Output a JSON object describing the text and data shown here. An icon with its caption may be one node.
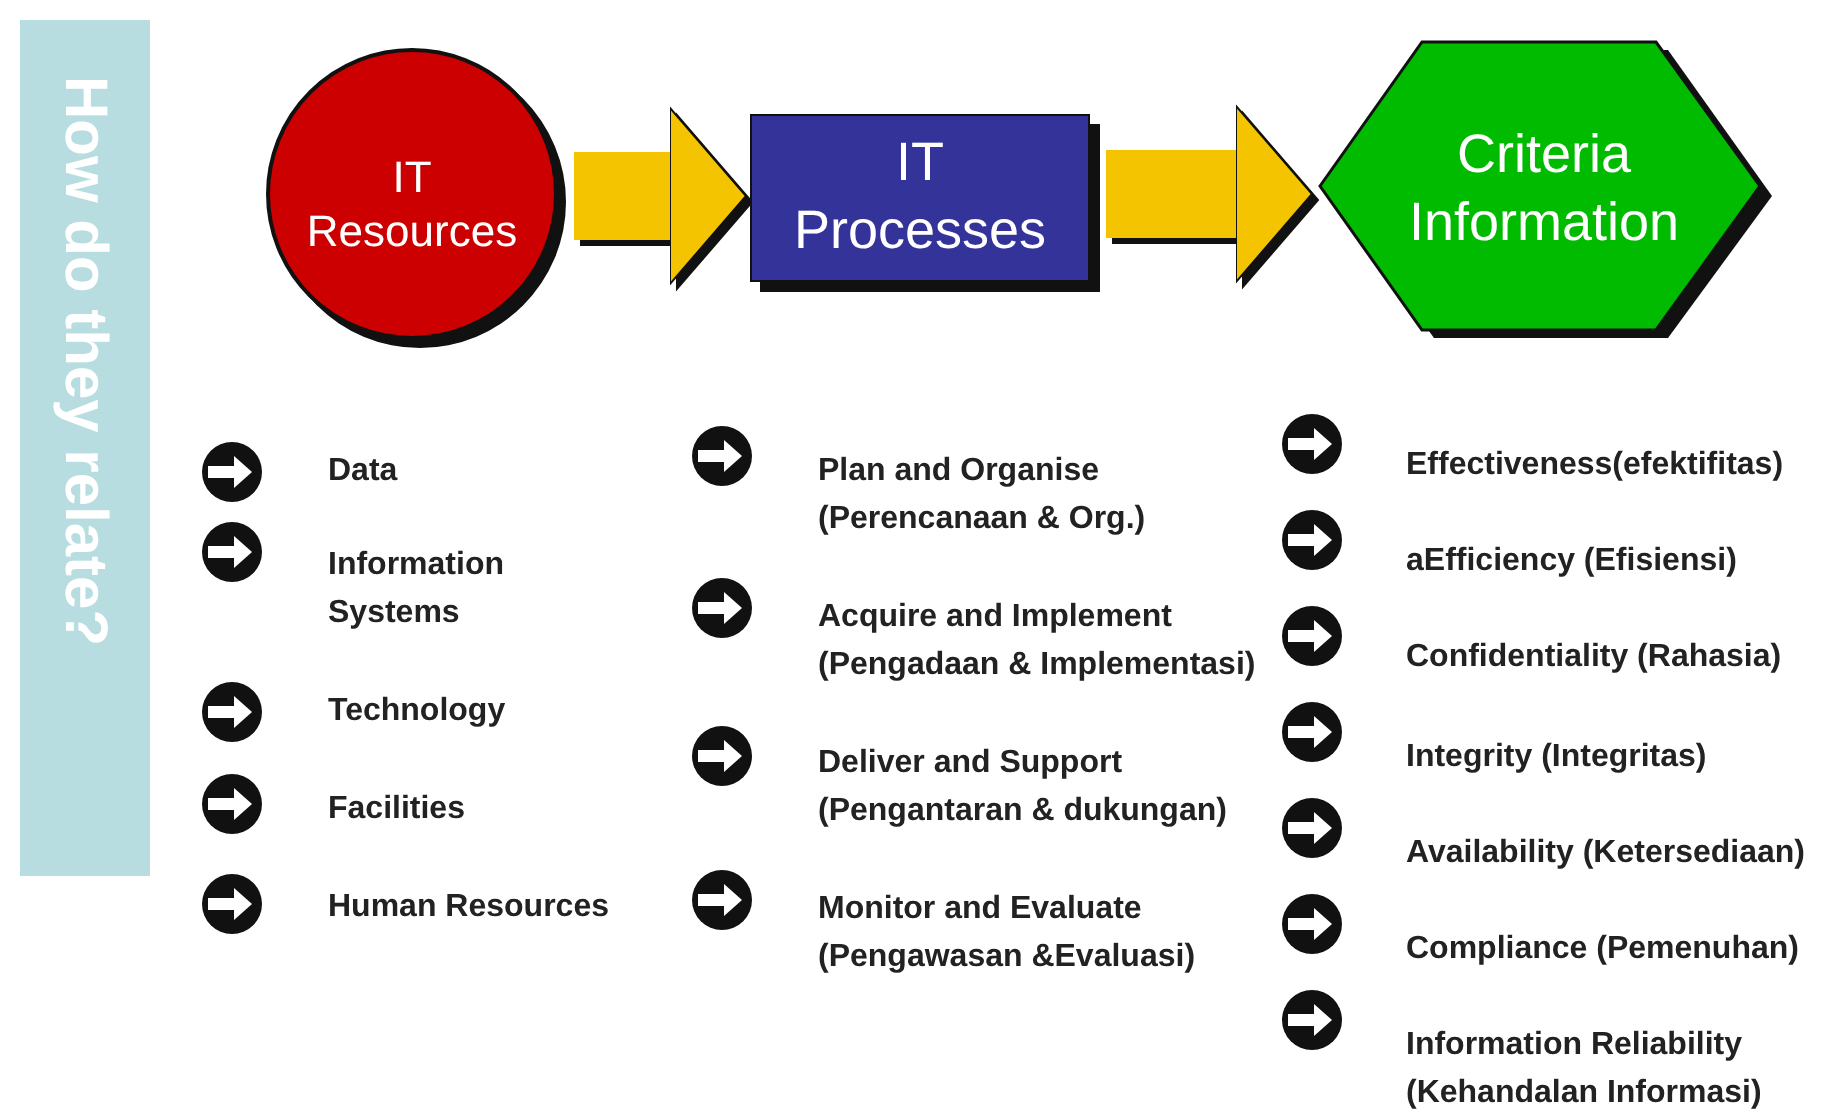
{
  "diagram": {
    "title": "How do they relate?",
    "nodes": [
      {
        "text": [
          "IT Resources"
        ]
      },
      {
        "text": [
          "IT Processes"
        ]
      },
      {
        "text": [
          "Criteria Information"
        ]
      }
    ],
    "edges": [
      {
        "from": 0,
        "to": 1,
        "arrow": "to"
      },
      {
        "from": 1,
        "to": 2,
        "arrow": "to"
      }
    ],
    "labels": [
      "Data",
      "Information Systems",
      "Technology",
      "Facilities",
      "Human Resources",
      "Plan and Organise (Perencanaan & Org.)",
      "Acquire and Implement (Pengadaan & Implementasi)",
      "Deliver and Support (Pengantaran & dukungan)",
      "Monitor and Evaluate (Pengawasan &Evaluasi)",
      "Effectiveness(efektifitas)",
      "aEfficiency (Efisiensi)",
      "Confidentiality (Rahasia)",
      "Integrity (Integritas)",
      "Availability (Ketersediaan)",
      "Compliance (Pemenuhan)",
      "Information Reliability (Kehandalan Informasi)"
    ]
  }
}
